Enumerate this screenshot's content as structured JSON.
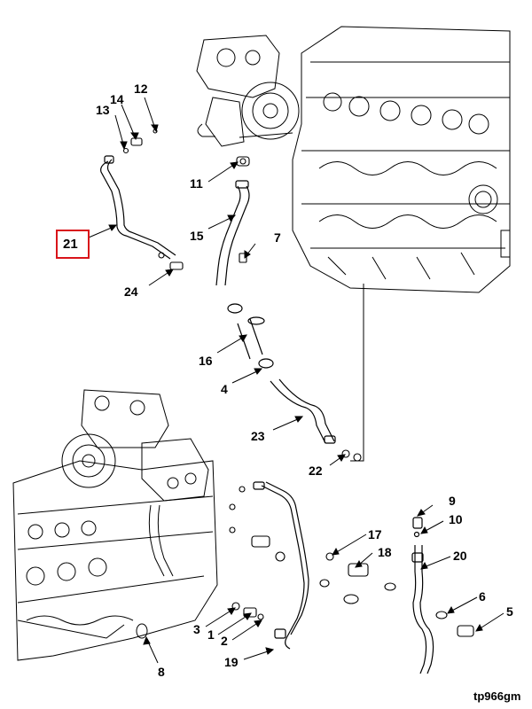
{
  "figure_ref": "tp966gm",
  "highlight_color": "#d9141a",
  "highlighted_callout": "21",
  "callouts": {
    "c1": "1",
    "c2": "2",
    "c3": "3",
    "c4": "4",
    "c5": "5",
    "c6": "6",
    "c7": "7",
    "c8": "8",
    "c9": "9",
    "c10": "10",
    "c11": "11",
    "c12": "12",
    "c13": "13",
    "c14": "14",
    "c15": "15",
    "c16": "16",
    "c17": "17",
    "c18": "18",
    "c19": "19",
    "c20": "20",
    "c21": "21",
    "c22": "22",
    "c23": "23",
    "c24": "24"
  }
}
